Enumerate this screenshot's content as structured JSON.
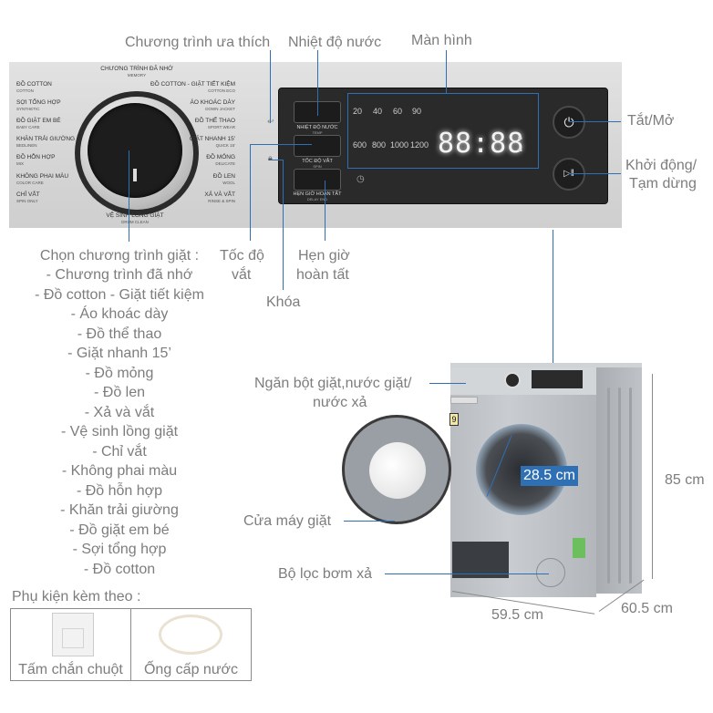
{
  "callouts": {
    "favorite_program": "Chương trình ưa thích",
    "water_temp": "Nhiệt độ nước",
    "display": "Màn hình",
    "power": "Tắt/Mở",
    "start_pause_line1": "Khởi động/",
    "start_pause_line2": "Tạm dừng",
    "spin_speed_line1": "Tốc độ",
    "spin_speed_line2": "vắt",
    "lock": "Khóa",
    "delay_line1": "Hẹn giờ",
    "delay_line2": "hoàn tất",
    "detergent_line1": "Ngăn bột giặt,nước giặt/",
    "detergent_line2": "nước xả",
    "door": "Cửa máy giặt",
    "pump_filter": "Bộ lọc bơm xả"
  },
  "programs": {
    "heading": "Chọn chương trình giặt :",
    "items": [
      "- Chương trình đã nhớ",
      "- Đồ cotton - Giặt tiết kiệm",
      "- Áo khoác dày",
      "- Đồ thể thao",
      "- Giặt nhanh 15’",
      "- Đồ mỏng",
      "- Đồ len",
      "- Xả và vắt",
      "- Vệ sinh lồng giặt",
      "- Chỉ vắt",
      "- Không phai màu",
      "- Đồ hỗn hợp",
      "- Khăn trải giường",
      "- Đồ giặt em bé",
      "- Sợi tổng hợp",
      "- Đồ cotton"
    ]
  },
  "dial": {
    "top": {
      "vi": "CHƯƠNG TRÌNH ĐÃ NHỚ",
      "en": "MEMORY"
    },
    "bottom": {
      "vi": "VỆ SINH LỒNG GIẶT",
      "en": "DRUM CLEAN"
    },
    "left": [
      {
        "vi": "ĐỒ COTTON",
        "en": "COTTON"
      },
      {
        "vi": "SỢI TỔNG HỢP",
        "en": "SYNTHETIC"
      },
      {
        "vi": "ĐỒ GIẶT EM BÉ",
        "en": "BABY CARE"
      },
      {
        "vi": "KHĂN TRẢI GIƯỜNG",
        "en": "BEDLINEN"
      },
      {
        "vi": "ĐỒ HỖN HỢP",
        "en": "MIX"
      },
      {
        "vi": "KHÔNG PHAI MÀU",
        "en": "COLOR CARE"
      },
      {
        "vi": "CHỈ VẮT",
        "en": "SPIN ONLY"
      }
    ],
    "right": [
      {
        "vi": "ĐỒ COTTON - GIẶT TIẾT KIỆM",
        "en": "COTTON ECO"
      },
      {
        "vi": "ÁO KHOÁC DÀY",
        "en": "DOWN JACKET"
      },
      {
        "vi": "ĐỒ THỂ THAO",
        "en": "SPORT WEAR"
      },
      {
        "vi": "GIẶT NHANH 15'",
        "en": "QUICK 15'"
      },
      {
        "vi": "ĐỒ MỎNG",
        "en": "DELICATE"
      },
      {
        "vi": "ĐỒ LEN",
        "en": "WOOL"
      },
      {
        "vi": "XẢ VÀ VẮT",
        "en": "RINSE & SPIN"
      }
    ]
  },
  "panel": {
    "temp_button": {
      "vi": "NHIỆT ĐỘ NƯỚC",
      "en": "TEMP"
    },
    "spin_button": {
      "vi": "TỐC ĐỘ VẮT",
      "en": "SPIN"
    },
    "delay_button": {
      "vi": "HẸN GIỜ HOÀN TẤT",
      "en": "DELAY END"
    },
    "temps": [
      "20",
      "40",
      "60",
      "90"
    ],
    "speeds": [
      "600",
      "800",
      "1000",
      "1200"
    ],
    "time_display": "88:88",
    "power_glyph": "⏻",
    "start_glyph": "▷‖"
  },
  "washer": {
    "door_diameter": "28.5 cm",
    "height": "85 cm",
    "width": "59.5 cm",
    "depth": "60.5 cm",
    "capacity_badge": "9"
  },
  "accessories": {
    "heading": "Phụ kiện kèm theo :",
    "items": [
      {
        "name": "Tấm chắn chuột",
        "icon": "rat-guard-plate-icon"
      },
      {
        "name": "Ống cấp nước",
        "icon": "water-hose-icon"
      }
    ]
  },
  "colors": {
    "callout_line": "#2f6fb4",
    "label_text": "#7d7d7d",
    "badge_bg": "#2f6fb4"
  }
}
